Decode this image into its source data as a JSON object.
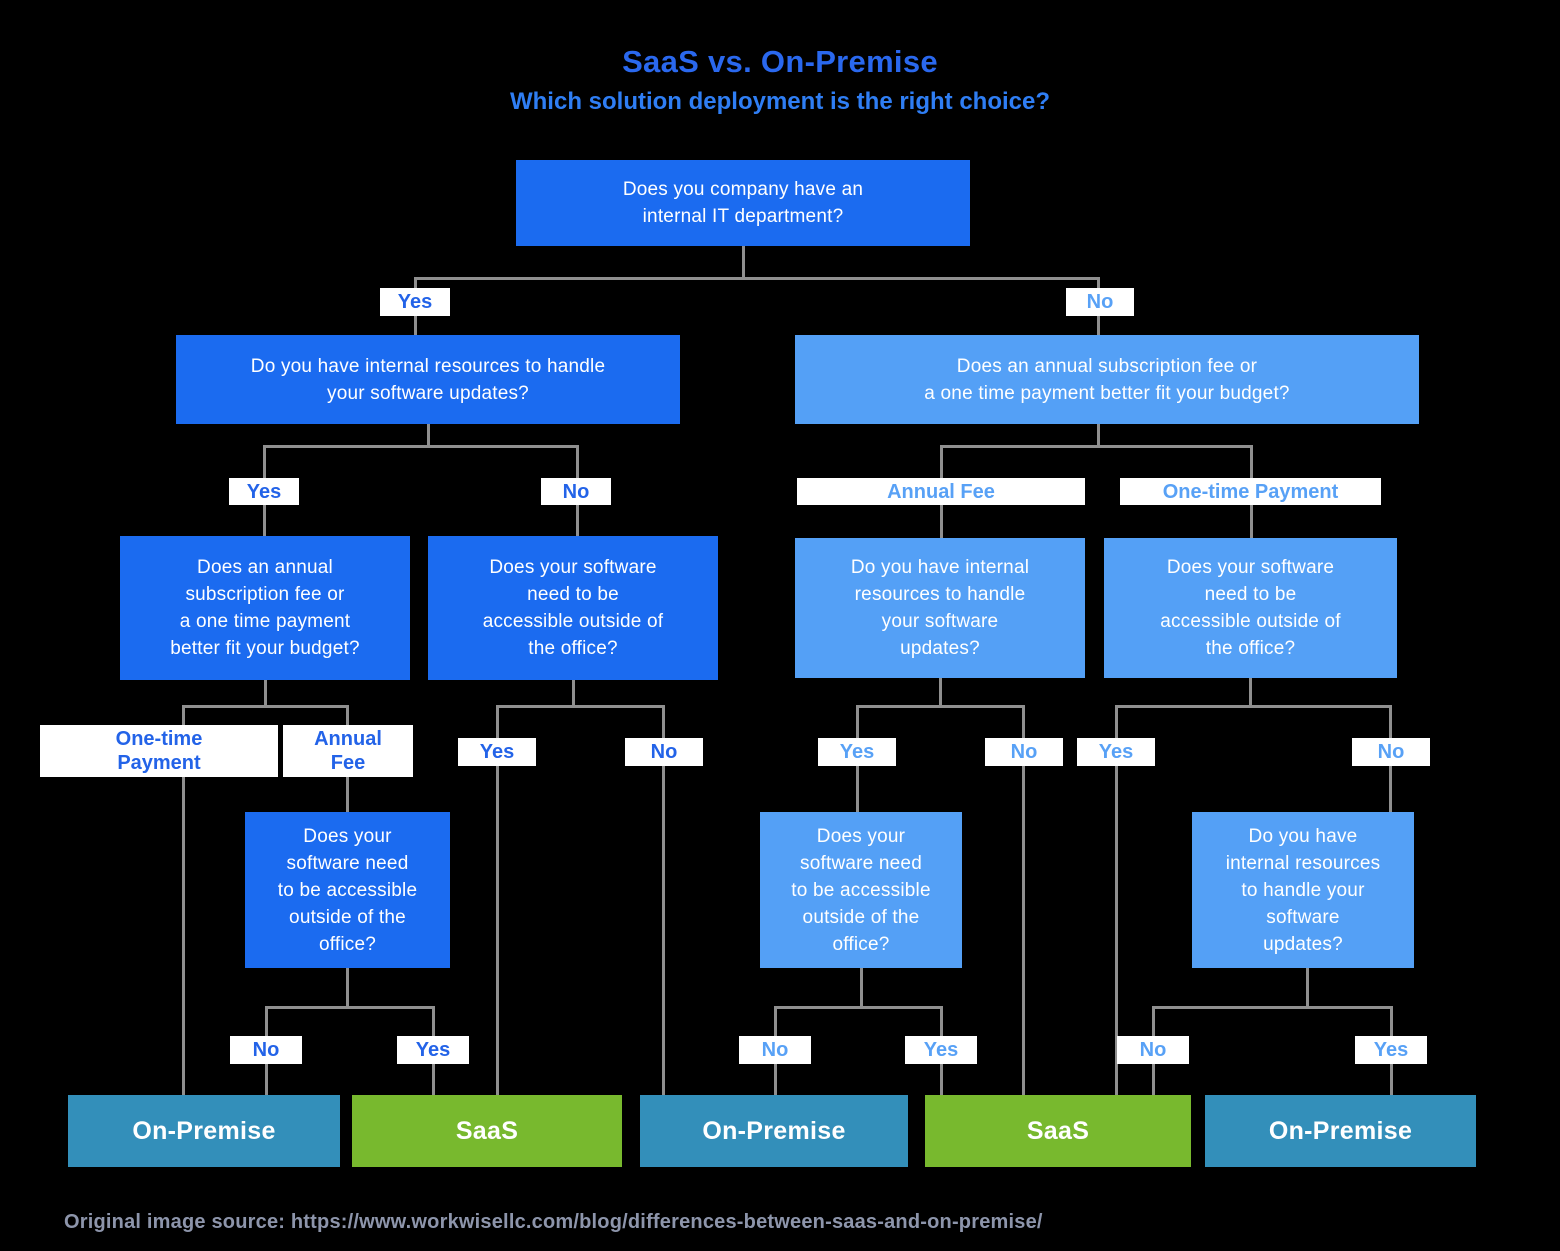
{
  "title": "SaaS vs. On-Premise",
  "subtitle": "Which solution deployment is the right choice?",
  "colors": {
    "dark_blue": "#1b6bf0",
    "light_blue": "#54a0f6",
    "teal": "#338fba",
    "green": "#78b92e",
    "title_blue": "#2a68ee",
    "subtitle_blue": "#2f7ef4",
    "label_dark_text": "#2363e8",
    "label_light_text": "#58a1f6",
    "line_gray": "#8f8f8f",
    "footer_gray": "#8d95ab"
  },
  "nodes": {
    "root": {
      "text": "Does you company have an\ninternal IT department?"
    },
    "internal_resources_left": {
      "text": "Do you have internal resources to handle\nyour software updates?"
    },
    "budget_right": {
      "text": "Does an annual subscription fee or\na one time payment better fit your budget?"
    },
    "budget_left": {
      "text": "Does an annual\nsubscription fee or\na one time payment\nbetter fit your budget?"
    },
    "access_left": {
      "text": "Does your software\nneed to be\naccessible outside of\nthe office?"
    },
    "resources_right": {
      "text": "Do you have internal\nresources to handle\nyour software\nupdates?"
    },
    "access_right": {
      "text": "Does your software\nneed to be\naccessible outside of\nthe office?"
    },
    "access_l4_left": {
      "text": "Does your\nsoftware need\nto be accessible\noutside of the\noffice?"
    },
    "access_l4_mid": {
      "text": "Does your\nsoftware need\nto be accessible\noutside of the\noffice?"
    },
    "resources_l4_right": {
      "text": "Do you have\ninternal resources\nto handle your\nsoftware\nupdates?"
    }
  },
  "labels": {
    "root_yes": "Yes",
    "root_no": "No",
    "l2left_yes": "Yes",
    "l2left_no": "No",
    "l2right_annual_fee": "Annual Fee",
    "l2right_one_time": "One-time Payment",
    "budget_left_one_time": "One-time\nPayment",
    "budget_left_annual_fee": "Annual\nFee",
    "access_left_yes": "Yes",
    "access_left_no": "No",
    "resources_right_yes": "Yes",
    "resources_right_no": "No",
    "access_right_yes": "Yes",
    "access_right_no": "No",
    "l4left_no": "No",
    "l4left_yes": "Yes",
    "l4mid_no": "No",
    "l4mid_yes": "Yes",
    "l4right_no": "No",
    "l4right_yes": "Yes"
  },
  "results": {
    "on_premise_1": "On-Premise",
    "saas_1": "SaaS",
    "on_premise_2": "On-Premise",
    "saas_2": "SaaS",
    "on_premise_3": "On-Premise"
  },
  "footer": {
    "text": "Original image source: https://www.workwisellc.com/blog/differences-between-saas-and-on-premise/"
  }
}
